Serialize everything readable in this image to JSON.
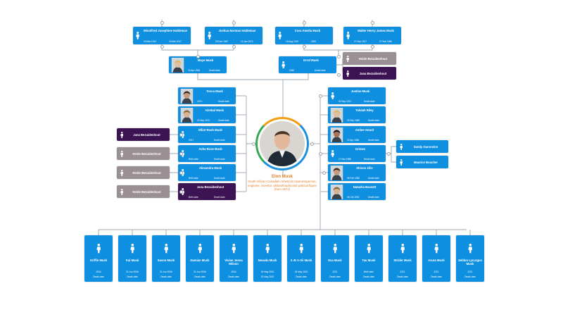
{
  "center": {
    "name": "Elon Musk",
    "description": "South African-Canadian-American businessperson, engineer, inventor, philanthropist and political figure (born 1971)"
  },
  "grandparents": [
    {
      "name": "Winnifred Josephine Haldeman",
      "birth": "19 Mar 1914",
      "death": "16 Mar 2017"
    },
    {
      "name": "Joshua Norman Haldeman",
      "birth": "25 Nov 1902",
      "death": "13 Jan 1974"
    },
    {
      "name": "Cora Amelia Musk",
      "birth": "16 Aug 1919",
      "death": "2000"
    },
    {
      "name": "Walter Henry James Musk",
      "birth": "27 Sep 1917",
      "death": "27 Mar 1986"
    }
  ],
  "parents": [
    {
      "name": "Maye Musk",
      "birth": "19 Apr 1948",
      "death": "Death date"
    },
    {
      "name": "Errol Musk",
      "birth": "1946",
      "death": "Death date"
    }
  ],
  "errol_partners": [
    {
      "name": "Heide Bezuidenhout"
    },
    {
      "name": "Jana Bezuidenhout"
    }
  ],
  "left_relatives": [
    {
      "name": "Tosca Musk",
      "birth": "1974",
      "death": "Death date"
    },
    {
      "name": "Kimbal Musk",
      "birth": "20 Sep 1972",
      "death": "Death date"
    },
    {
      "name": "Elliot Rush Musk",
      "birth": "2017",
      "death": "Death date"
    },
    {
      "name": "Asha Rose Musk",
      "birth": "Birth date",
      "death": "Death date"
    },
    {
      "name": "Alexandra Musk",
      "birth": "Birth date",
      "death": "Death date"
    },
    {
      "name": "Jana Bezuidenhout",
      "birth": "Birth date",
      "death": "Death date"
    }
  ],
  "left_side_notes": [
    {
      "name": "Jana Bezuidenhout"
    },
    {
      "name": "Heide Bezuidenhout"
    },
    {
      "name": "Heide Bezuidenhout"
    },
    {
      "name": "Heide Bezuidenhout"
    }
  ],
  "partners": [
    {
      "name": "Justine Musk",
      "birth": "02 Sep 1972",
      "death": "Death date"
    },
    {
      "name": "Talulah Riley",
      "birth": "26 Sep 1985",
      "death": "Death date"
    },
    {
      "name": "Amber Heard",
      "birth": "22 Apr 1986",
      "death": "Death date"
    },
    {
      "name": "Grimes",
      "birth": "17 Mar 1988",
      "death": "Death date"
    },
    {
      "name": "Shivon Zilis",
      "birth": "08 Feb 1986",
      "death": "Death date"
    },
    {
      "name": "Natasha Bassett",
      "birth": "06 Oct 1992",
      "death": "Death date"
    }
  ],
  "grimes_relatives": [
    {
      "name": "Sandy Garossino"
    },
    {
      "name": "Maurice Boucher"
    }
  ],
  "children": [
    {
      "name": "Griffin Musk",
      "birth": "2004",
      "death": "Death date"
    },
    {
      "name": "Kai Musk",
      "birth": "01 Jun 2006",
      "death": "Death date"
    },
    {
      "name": "Saxon Musk",
      "birth": "01 Jun 2006",
      "death": "Death date"
    },
    {
      "name": "Damian Musk",
      "birth": "01 Jun 2006",
      "death": "Death date"
    },
    {
      "name": "Vivian Jenna Wilson",
      "birth": "2004",
      "death": "Death date"
    },
    {
      "name": "Nevada Musk",
      "birth": "04 May 2002",
      "death": "20 May 2002"
    },
    {
      "name": "X Æ A-Xii Musk",
      "birth": "04 May 2020",
      "death": "Death date"
    },
    {
      "name": "Exa Musk",
      "birth": "2021",
      "death": "Death date"
    },
    {
      "name": "Tau Musk",
      "birth": "Birth date",
      "death": "Death date"
    },
    {
      "name": "Strider Musk",
      "birth": "2021",
      "death": "Death date"
    },
    {
      "name": "Azure Musk",
      "birth": "2021",
      "death": "Death date"
    },
    {
      "name": "Seldon Lycurgus Musk",
      "birth": "2021",
      "death": "Death date"
    }
  ],
  "colors": {
    "card": "#0f8fe0",
    "gray_card": "#9a8f93",
    "purple_card": "#3c1454",
    "line": "#9aa4ad",
    "center_text": "#e67e22"
  }
}
